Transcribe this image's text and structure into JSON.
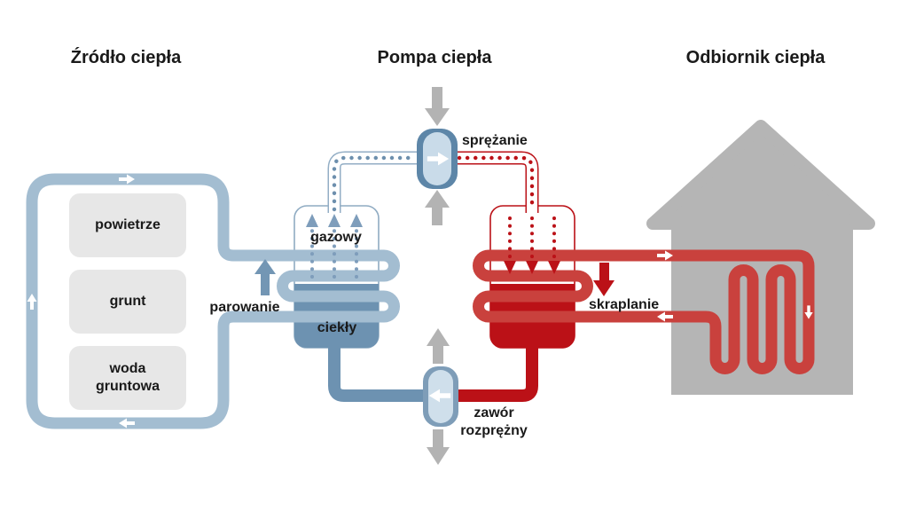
{
  "titles": {
    "source": "Źródło ciepła",
    "pump": "Pompa ciepła",
    "receiver": "Odbiornik ciepła"
  },
  "source_boxes": {
    "air": "powietrze",
    "ground": "grunt",
    "groundwater": "woda gruntowa"
  },
  "pump_labels": {
    "gas": "gazowy",
    "liquid": "ciekły",
    "evaporation": "parowanie",
    "compression": "sprężanie",
    "condensation": "skraplanie",
    "expansion_valve": "zawór rozprężny"
  },
  "colors": {
    "brine_loop_blue": "#a3bdd1",
    "refrigerant_liquid_blue": "#6d92b1",
    "vapor_dot_blue": "#6d8fad",
    "evaporation_arrow_blue": "#7396b4",
    "heating_water_red": "#c9413d",
    "refrigerant_hot_red": "#bb1117",
    "compressor_outer": "#5d86a8",
    "compressor_inner": "#c9dbe9",
    "valve_outer": "#7e9db8",
    "valve_inner": "#cfdfeb",
    "house_gray": "#b5b5b5",
    "process_arrow_gray": "#b3b3b3",
    "box_gray": "#e7e7e7",
    "text": "#1a1a1a"
  }
}
